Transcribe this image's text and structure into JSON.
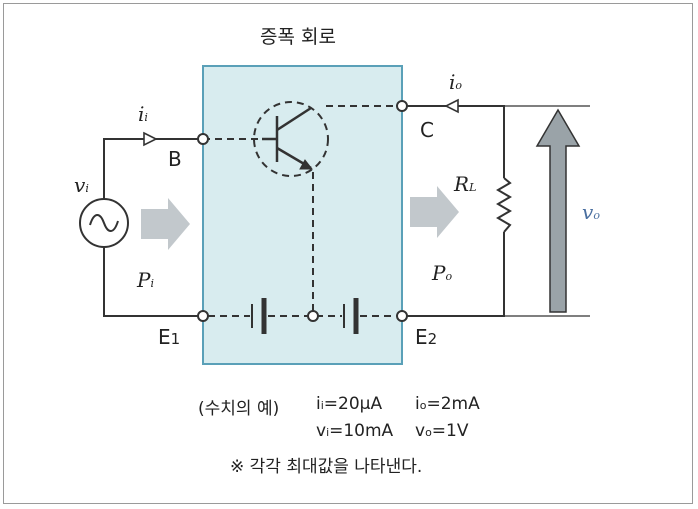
{
  "title": "증폭 회로",
  "labels": {
    "vi": "v",
    "vi_sub": "i",
    "ii": "i",
    "ii_sub": "i",
    "B": "B",
    "C": "C",
    "io": "i",
    "io_sub": "o",
    "RL": "R",
    "RL_sub": "L",
    "vo": "v",
    "vo_sub": "o",
    "Pi": "P",
    "Pi_sub": "i",
    "Po": "P",
    "Po_sub": "o",
    "E1": "E",
    "E1_sub": "1",
    "E2": "E",
    "E2_sub": "2"
  },
  "notes": {
    "example": "(수치의 예)",
    "ii_val": "i",
    "ii_val_sub": "i",
    "ii_val_rest": "=20μA",
    "io_val": "i",
    "io_val_sub": "o",
    "io_val_rest": "=2mA",
    "vi_val": "v",
    "vi_val_sub": "i",
    "vi_val_rest": "=10mA",
    "vo_val": "v",
    "vo_val_sub": "o",
    "vo_val_rest": "=1V",
    "footnote": "※ 각각 최대값을 나타낸다."
  },
  "colors": {
    "box_fill": "#d8ecef",
    "box_border": "#5aa0b8",
    "arrow_fill": "#9aa3a8",
    "arrow_light": "#c2c8cc",
    "wire": "#333333"
  }
}
